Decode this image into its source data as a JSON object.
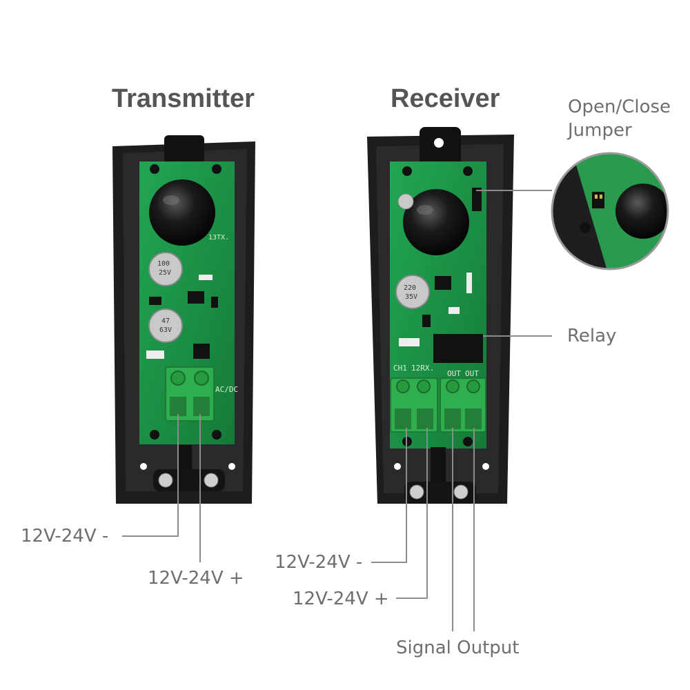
{
  "titles": {
    "transmitter": "Transmitter",
    "receiver": "Receiver"
  },
  "callouts": {
    "jumper": "Open/Close\nJumper",
    "jumper_line1": "Open/Close",
    "jumper_line2": "Jumper",
    "relay": "Relay",
    "tx_neg": "12V-24V -",
    "tx_pos": "12V-24V +",
    "rx_neg": "12V-24V -",
    "rx_pos": "12V-24V +",
    "signal": "Signal Output"
  },
  "pcb_silkscreen": {
    "tx_model": "13TX.",
    "tx_cap1": "100\n25V",
    "tx_cap1_a": "100",
    "tx_cap1_b": "25V",
    "tx_cap2_a": "47",
    "tx_cap2_b": "63V",
    "tx_acdc": "AC/DC",
    "rx_cap_a": "220",
    "rx_cap_b": "35V",
    "rx_ch": "CH1",
    "rx_model": "12RX.",
    "rx_out1": "OUT",
    "rx_out2": "OUT"
  },
  "colors": {
    "housing": "#1d1d1f",
    "pcb": "#1f9a4a",
    "terminal": "#2fae4f",
    "line": "#8c8c8c",
    "text": "#6e6e6e",
    "title": "#555555"
  }
}
